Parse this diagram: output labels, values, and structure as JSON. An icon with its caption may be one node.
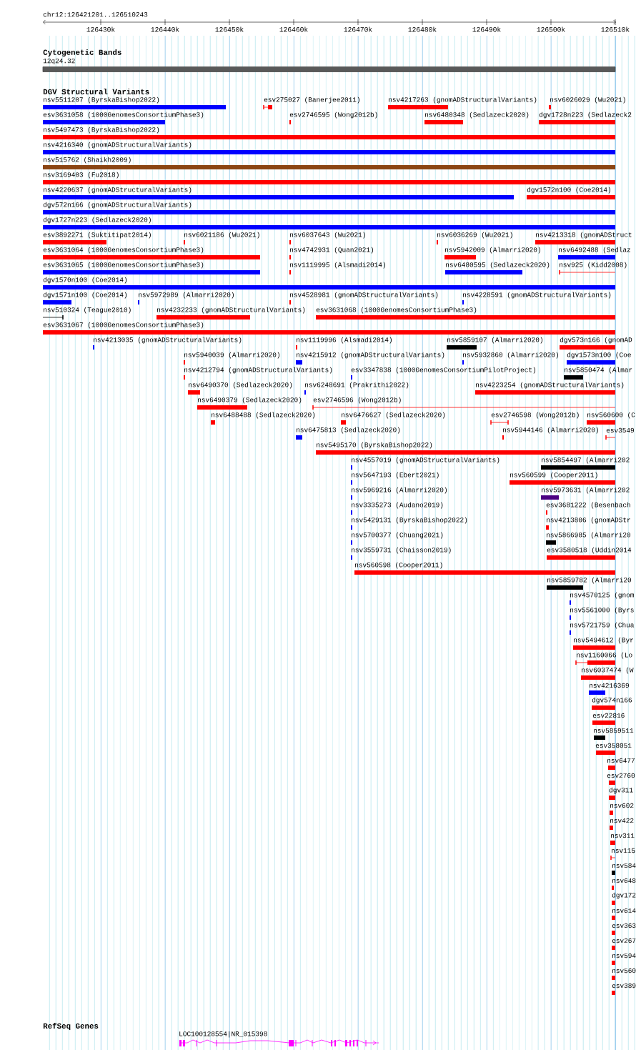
{
  "diagram": {
    "labels": [
      "chr12:126421201..126510243",
      "126430k",
      "126440k",
      "126450k",
      "126460k",
      "126470k",
      "126480k",
      "126490k",
      "126500k",
      "126510k",
      "Cytogenetic Bands",
      "12q24.32",
      "DGV Structural Variants",
      "nsv5511207 (ByrskaBishop2022)",
      "esv275027 (Banerjee2011)",
      "nsv4217263 (gnomADStructuralVariants)",
      "nsv6026029 (Wu2021)",
      "esv3631058 (1000GenomesConsortiumPhase3)",
      "esv2746595 (Wong2012b)",
      "nsv6480348 (Sedlazeck2020)",
      "dgv1728n223 (Sedlazeck2",
      "nsv5497473 (ByrskaBishop2022)",
      "nsv4216340 (gnomADStructuralVariants)",
      "nsv515762 (Shaikh2009)",
      "nsv3169403 (Fu2018)",
      "nsv4220637 (gnomADStructuralVariants)",
      "dgv1572n100 (Coe2014)",
      "dgv572n166 (gnomADStructuralVariants)",
      "dgv1727n223 (Sedlazeck2020)",
      "esv3892271 (Suktitipat2014)",
      "nsv6021186 (Wu2021)",
      "nsv6037643 (Wu2021)",
      "nsv6036269 (Wu2021)",
      "nsv4213318 (gnomADStruct",
      "esv3631064 (1000GenomesConsortiumPhase3)",
      "nsv4742931 (Quan2021)",
      "nsv5942009 (Almarri2020)",
      "nsv6492488 (Sedlaz",
      "esv3631065 (1000GenomesConsortiumPhase3)",
      "nsv1119995 (Alsmadi2014)",
      "nsv6480595 (Sedlazeck2020)",
      "nsv925 (Kidd2008)",
      "dgv1570n100 (Coe2014)",
      "dgv1571n100 (Coe2014)",
      "nsv5972989 (Almarri2020)",
      "nsv4528981 (gnomADStructuralVariants)",
      "nsv4228591 (gnomADStructuralVariants)",
      "nsv510324 (Teague2010)",
      "nsv4232233 (gnomADStructuralVariants)",
      "esv3631068 (1000GenomesConsortiumPhase3)",
      "esv3631067 (1000GenomesConsortiumPhase3)",
      "nsv4213035 (gnomADStructuralVariants)",
      "nsv1119996 (Alsmadi2014)",
      "nsv5859107 (Almarri2020)",
      "dgv573n166 (gnomAD",
      "nsv5940039 (Almarri2020)",
      "nsv4215912 (gnomADStructuralVariants)",
      "nsv5932860 (Almarri2020)",
      "dgv1573n100 (Coe",
      "nsv4212794 (gnomADStructuralVariants)",
      "esv3347838 (1000GenomesConsortiumPilotProject)",
      "nsv5850474 (Almar",
      "nsv6490370 (Sedlazeck2020)",
      "nsv6248691 (Prakrithi2022)",
      "nsv4223254 (gnomADStructuralVariants)",
      "nsv6490379 (Sedlazeck2020)",
      "esv2746596 (Wong2012b)",
      "nsv6488488 (Sedlazeck2020)",
      "nsv6476627 (Sedlazeck2020)",
      "esv2746598 (Wong2012b)",
      "nsv560600 (C",
      "nsv6475813 (Sedlazeck2020)",
      "nsv5944146 (Almarri2020)",
      "esv3549",
      "nsv5495170 (ByrskaBishop2022)",
      "nsv4557019 (gnomADStructuralVariants)",
      "nsv5854497 (Almarri202",
      "nsv5647193 (Ebert2021)",
      "nsv560599 (Cooper2011)",
      "nsv5969216 (Almarri2020)",
      "nsv5973631 (Almarri202",
      "nsv3335273 (Audano2019)",
      "esv3681222 (Besenbach",
      "nsv5429131 (ByrskaBishop2022)",
      "nsv4213806 (gnomADStr",
      "nsv5700377 (Chuang2021)",
      "nsv5866985 (Almarri20",
      "nsv3559731 (Chaisson2019)",
      "esv3580518 (Uddin2014",
      "nsv560598 (Cooper2011)",
      "nsv5859782 (Almarri20",
      "nsv4570125 (gnom",
      "nsv5561000 (Byrs",
      "nsv5721759 (Chua",
      "nsv5494612 (Byr",
      "nsv1160066 (Lo",
      "nsv6037474 (W",
      "nsv4216369",
      "dgv574n166",
      "esv22816",
      "nsv5859511",
      "esv358051",
      "nsv6477",
      "esv2760",
      "dgv311",
      "nsv602",
      "nsv422",
      "nsv311",
      "nsv115",
      "nsv584",
      "nsv648",
      "dgv172",
      "nsv614",
      "esv363",
      "esv267",
      "nsv594",
      "nsv560",
      "esv389",
      "RefSeq Genes",
      "LOC100128554|NR_015398"
    ]
  }
}
